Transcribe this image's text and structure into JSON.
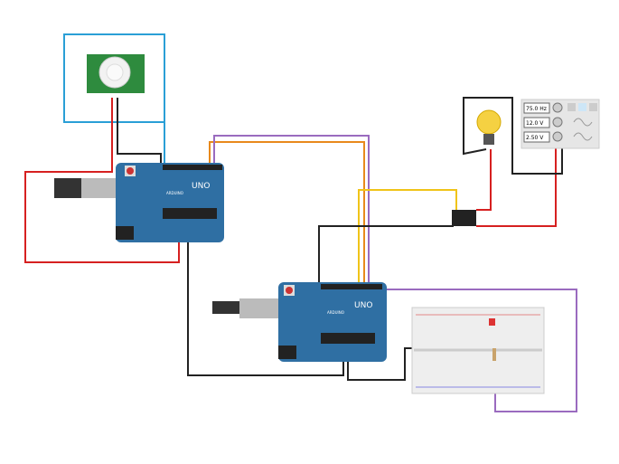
{
  "arduino": {
    "brand": "ARDUINO",
    "model": "UNO"
  },
  "function_generator": {
    "frequency": "75.0 Hz",
    "amplitude": "12.0 V",
    "offset": "2.50 V"
  },
  "colors": {
    "board": "#2f6fa3",
    "wire_red": "#d62020",
    "wire_black": "#222222",
    "wire_orange": "#e8891c",
    "wire_purple": "#9a6bbf",
    "wire_yellow": "#f0c419",
    "wire_blue": "#2a9fd6"
  }
}
